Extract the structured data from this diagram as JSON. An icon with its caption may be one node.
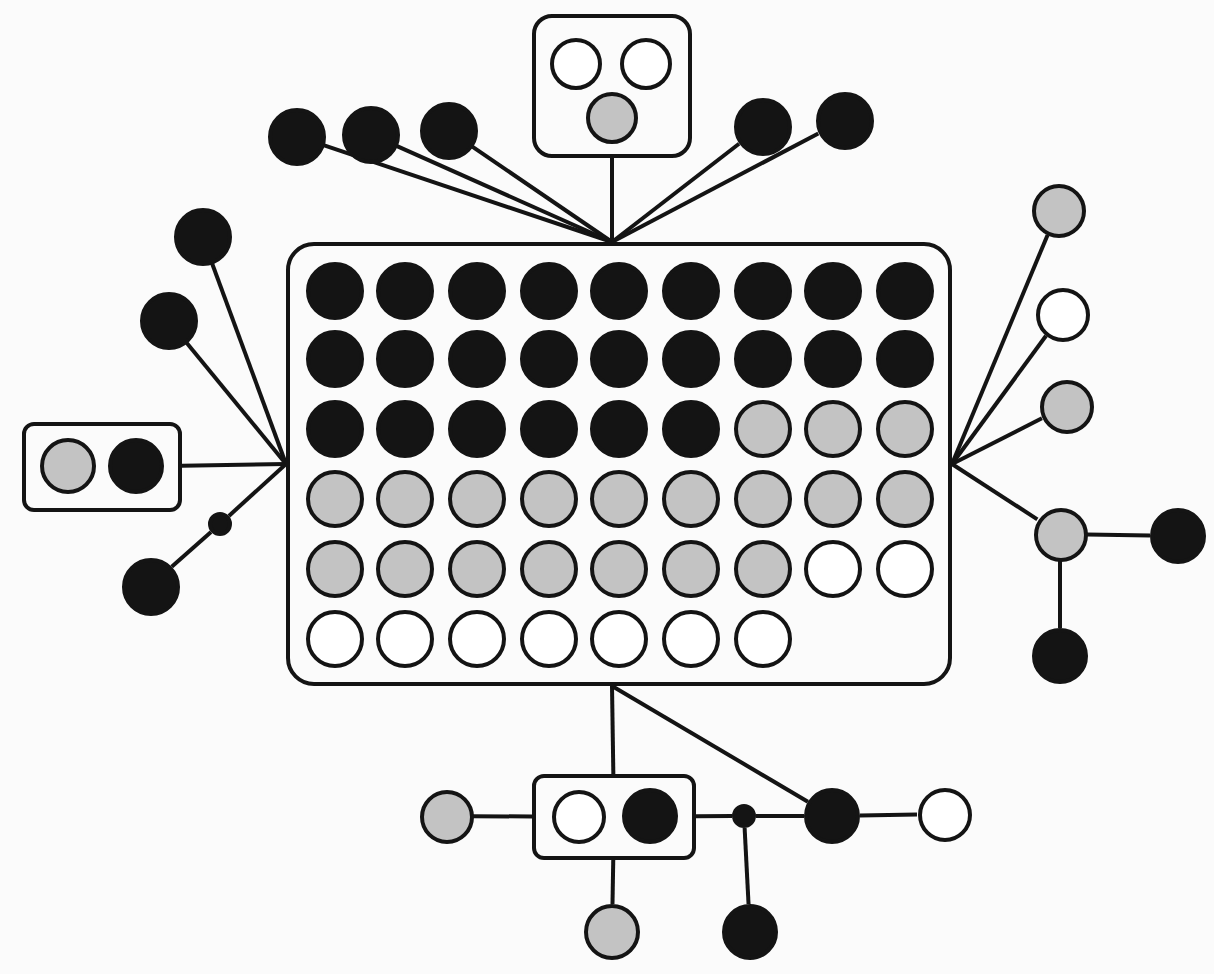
{
  "diagram": {
    "nodes": [
      {
        "text": [],
        "shape": "circle"
      },
      {
        "text": [],
        "shape": "circle"
      },
      {
        "text": [],
        "shape": "circle"
      },
      {
        "text": [],
        "shape": "box"
      },
      {
        "text": [],
        "shape": "circle",
        "in": 3
      },
      {
        "text": [],
        "shape": "circle",
        "in": 3
      },
      {
        "text": [],
        "shape": "circle",
        "in": 3
      },
      {
        "text": [],
        "shape": "circle"
      },
      {
        "text": [],
        "shape": "circle"
      },
      {
        "text": [],
        "shape": "circle"
      },
      {
        "text": [],
        "shape": "circle"
      },
      {
        "text": [],
        "shape": "box"
      },
      {
        "text": [],
        "shape": "circle",
        "in": 11
      },
      {
        "text": [],
        "shape": "circle",
        "in": 11
      },
      {
        "text": [],
        "shape": "circle",
        "in": 11
      },
      {
        "text": [],
        "shape": "circle",
        "in": 11
      },
      {
        "text": [],
        "shape": "circle",
        "in": 11
      },
      {
        "text": [],
        "shape": "circle",
        "in": 11
      },
      {
        "text": [],
        "shape": "circle",
        "in": 11
      },
      {
        "text": [],
        "shape": "circle",
        "in": 11
      },
      {
        "text": [],
        "shape": "circle",
        "in": 11
      },
      {
        "text": [],
        "shape": "circle",
        "in": 11
      },
      {
        "text": [],
        "shape": "circle",
        "in": 11
      },
      {
        "text": [],
        "shape": "circle",
        "in": 11
      },
      {
        "text": [],
        "shape": "circle",
        "in": 11
      },
      {
        "text": [],
        "shape": "circle",
        "in": 11
      },
      {
        "text": [],
        "shape": "circle",
        "in": 11
      },
      {
        "text": [],
        "shape": "circle",
        "in": 11
      },
      {
        "text": [],
        "shape": "circle",
        "in": 11
      },
      {
        "text": [],
        "shape": "circle",
        "in": 11
      },
      {
        "text": [],
        "shape": "circle",
        "in": 11
      },
      {
        "text": [],
        "shape": "circle",
        "in": 11
      },
      {
        "text": [],
        "shape": "circle",
        "in": 11
      },
      {
        "text": [],
        "shape": "circle",
        "in": 11
      },
      {
        "text": [],
        "shape": "circle",
        "in": 11
      },
      {
        "text": [],
        "shape": "circle",
        "in": 11
      },
      {
        "text": [],
        "shape": "circle",
        "in": 11
      },
      {
        "text": [],
        "shape": "circle",
        "in": 11
      },
      {
        "text": [],
        "shape": "circle",
        "in": 11
      },
      {
        "text": [],
        "shape": "circle",
        "in": 11
      },
      {
        "text": [],
        "shape": "circle",
        "in": 11
      },
      {
        "text": [],
        "shape": "circle",
        "in": 11
      },
      {
        "text": [],
        "shape": "circle",
        "in": 11
      },
      {
        "text": [],
        "shape": "circle",
        "in": 11
      },
      {
        "text": [],
        "shape": "circle",
        "in": 11
      },
      {
        "text": [],
        "shape": "circle",
        "in": 11
      },
      {
        "text": [],
        "shape": "circle",
        "in": 11
      },
      {
        "text": [],
        "shape": "circle",
        "in": 11
      },
      {
        "text": [],
        "shape": "circle",
        "in": 11
      },
      {
        "text": [],
        "shape": "circle",
        "in": 11
      },
      {
        "text": [],
        "shape": "circle",
        "in": 11
      },
      {
        "text": [],
        "shape": "circle",
        "in": 11
      },
      {
        "text": [],
        "shape": "circle",
        "in": 11
      },
      {
        "text": [],
        "shape": "circle",
        "in": 11
      },
      {
        "text": [],
        "shape": "circle",
        "in": 11
      },
      {
        "text": [],
        "shape": "circle",
        "in": 11
      },
      {
        "text": [],
        "shape": "circle",
        "in": 11
      },
      {
        "text": [],
        "shape": "circle",
        "in": 11
      },
      {
        "text": [],
        "shape": "circle",
        "in": 11
      },
      {
        "text": [],
        "shape": "circle",
        "in": 11
      },
      {
        "text": [],
        "shape": "circle",
        "in": 11
      },
      {
        "text": [],
        "shape": "circle",
        "in": 11
      },
      {
        "text": [],
        "shape": "circle",
        "in": 11
      },
      {
        "text": [],
        "shape": "circle",
        "in": 11
      },
      {
        "text": [],
        "shape": "circle"
      },
      {
        "text": [],
        "shape": "circle"
      },
      {
        "text": [],
        "shape": "circle"
      },
      {
        "text": [],
        "shape": "box"
      },
      {
        "text": [],
        "shape": "circle",
        "in": 67
      },
      {
        "text": [],
        "shape": "circle",
        "in": 67
      },
      {
        "text": [],
        "shape": "circle"
      },
      {
        "text": [],
        "shape": "circle"
      },
      {
        "text": [],
        "shape": "circle"
      },
      {
        "text": [],
        "shape": "circle"
      },
      {
        "text": [],
        "shape": "circle"
      },
      {
        "text": [],
        "shape": "circle"
      },
      {
        "text": [],
        "shape": "box"
      },
      {
        "text": [],
        "shape": "circle",
        "in": 76
      },
      {
        "text": [],
        "shape": "circle",
        "in": 76
      },
      {
        "text": [],
        "shape": "circle"
      },
      {
        "text": [],
        "shape": "circle"
      },
      {
        "text": [],
        "shape": "circle"
      },
      {
        "text": [],
        "shape": "circle"
      },
      {
        "text": [],
        "shape": "circle"
      }
    ],
    "edges": [
      {
        "from": 11,
        "to": 0,
        "arrow": "none"
      },
      {
        "from": 11,
        "to": 1,
        "arrow": "none"
      },
      {
        "from": 11,
        "to": 2,
        "arrow": "none"
      },
      {
        "from": 11,
        "to": 3,
        "arrow": "none"
      },
      {
        "from": 11,
        "to": 7,
        "arrow": "none"
      },
      {
        "from": 11,
        "to": 8,
        "arrow": "none"
      },
      {
        "from": 11,
        "to": 9,
        "arrow": "none"
      },
      {
        "from": 11,
        "to": 64,
        "arrow": "none"
      },
      {
        "from": 11,
        "to": 67,
        "arrow": "none"
      },
      {
        "from": 11,
        "to": 72,
        "arrow": "none"
      },
      {
        "from": 72,
        "to": 73,
        "arrow": "none"
      },
      {
        "from": 11,
        "to": 10,
        "arrow": "none"
      },
      {
        "from": 11,
        "to": 65,
        "arrow": "none"
      },
      {
        "from": 11,
        "to": 66,
        "arrow": "none"
      },
      {
        "from": 11,
        "to": 70,
        "arrow": "none"
      },
      {
        "from": 70,
        "to": 71,
        "arrow": "none"
      },
      {
        "from": 70,
        "to": 74,
        "arrow": "none"
      },
      {
        "from": 11,
        "to": 76,
        "arrow": "none"
      },
      {
        "from": 11,
        "to": 80,
        "arrow": "none"
      },
      {
        "from": 75,
        "to": 76,
        "arrow": "none"
      },
      {
        "from": 76,
        "to": 82,
        "arrow": "none"
      },
      {
        "from": 76,
        "to": 79,
        "arrow": "none"
      },
      {
        "from": 79,
        "to": 80,
        "arrow": "none"
      },
      {
        "from": 79,
        "to": 83,
        "arrow": "none"
      },
      {
        "from": 80,
        "to": 81,
        "arrow": "none"
      }
    ]
  }
}
